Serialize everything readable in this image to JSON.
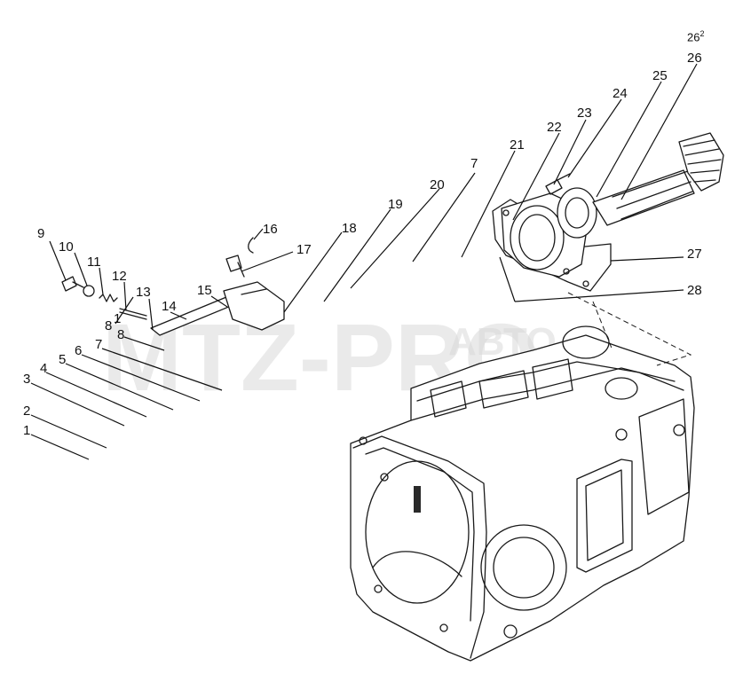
{
  "page_ref": "26",
  "page_ref_sup": "2",
  "watermark": {
    "left": "MTZ-PRO",
    "right": "АВТО"
  },
  "callouts": [
    {
      "id": "c1",
      "label": "1"
    },
    {
      "id": "c2",
      "label": "2"
    },
    {
      "id": "c3",
      "label": "3"
    },
    {
      "id": "c4",
      "label": "4"
    },
    {
      "id": "c5",
      "label": "5"
    },
    {
      "id": "c6",
      "label": "6"
    },
    {
      "id": "c7a",
      "label": "7"
    },
    {
      "id": "c8",
      "label": "8"
    },
    {
      "id": "c8p",
      "label": "8"
    },
    {
      "id": "c8psup",
      "label": "1"
    },
    {
      "id": "c9",
      "label": "9"
    },
    {
      "id": "c10",
      "label": "10"
    },
    {
      "id": "c11",
      "label": "11"
    },
    {
      "id": "c12",
      "label": "12"
    },
    {
      "id": "c13",
      "label": "13"
    },
    {
      "id": "c14",
      "label": "14"
    },
    {
      "id": "c15",
      "label": "15"
    },
    {
      "id": "c16",
      "label": "16"
    },
    {
      "id": "c17",
      "label": "17"
    },
    {
      "id": "c18",
      "label": "18"
    },
    {
      "id": "c19",
      "label": "19"
    },
    {
      "id": "c20",
      "label": "20"
    },
    {
      "id": "c7b",
      "label": "7"
    },
    {
      "id": "c21",
      "label": "21"
    },
    {
      "id": "c22",
      "label": "22"
    },
    {
      "id": "c23",
      "label": "23"
    },
    {
      "id": "c24",
      "label": "24"
    },
    {
      "id": "c25",
      "label": "25"
    },
    {
      "id": "c26",
      "label": "26"
    },
    {
      "id": "c27",
      "label": "27"
    },
    {
      "id": "c28",
      "label": "28"
    }
  ]
}
